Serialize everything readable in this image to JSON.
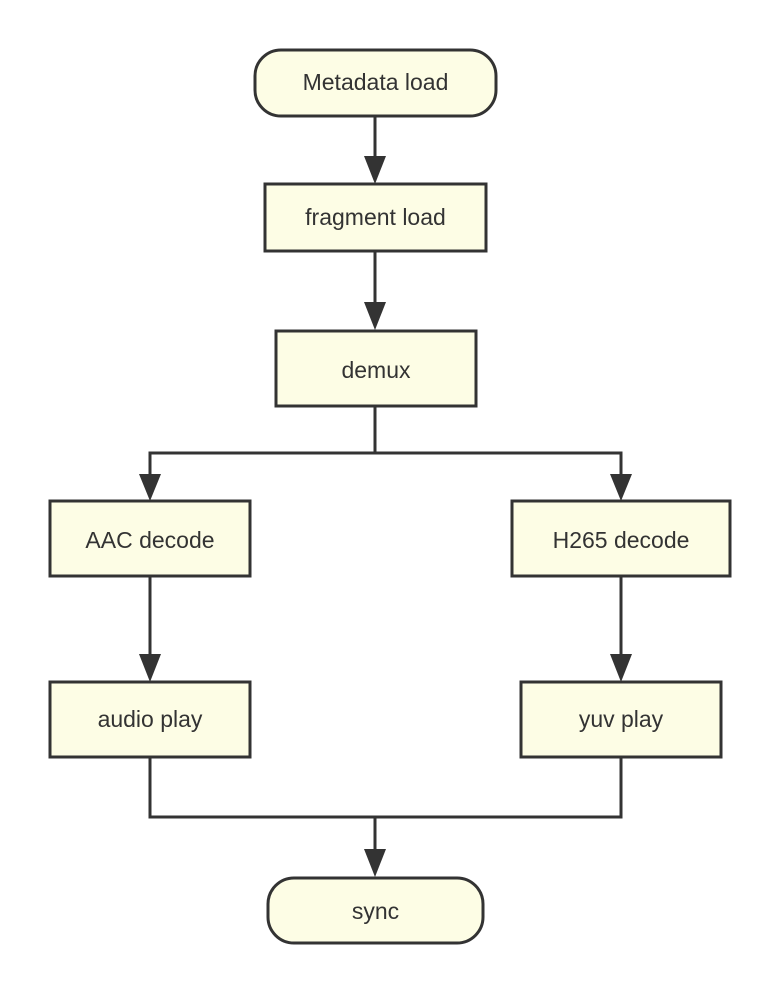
{
  "colors": {
    "node_fill": "#FDFDE5",
    "stroke": "#333333",
    "text": "#333333",
    "background": "#FFFFFF"
  },
  "nodes": {
    "metadata_load": {
      "label": "Metadata load",
      "shape": "rounded"
    },
    "fragment_load": {
      "label": "fragment load",
      "shape": "rect"
    },
    "demux": {
      "label": "demux",
      "shape": "rect"
    },
    "aac_decode": {
      "label": "AAC decode",
      "shape": "rect"
    },
    "h265_decode": {
      "label": "H265 decode",
      "shape": "rect"
    },
    "audio_play": {
      "label": "audio play",
      "shape": "rect"
    },
    "yuv_play": {
      "label": "yuv play",
      "shape": "rect"
    },
    "sync": {
      "label": "sync",
      "shape": "rounded"
    }
  },
  "edges": [
    {
      "from": "metadata_load",
      "to": "fragment_load"
    },
    {
      "from": "fragment_load",
      "to": "demux"
    },
    {
      "from": "demux",
      "to": "aac_decode"
    },
    {
      "from": "demux",
      "to": "h265_decode"
    },
    {
      "from": "aac_decode",
      "to": "audio_play"
    },
    {
      "from": "h265_decode",
      "to": "yuv_play"
    },
    {
      "from": "audio_play",
      "to": "sync"
    },
    {
      "from": "yuv_play",
      "to": "sync"
    }
  ]
}
